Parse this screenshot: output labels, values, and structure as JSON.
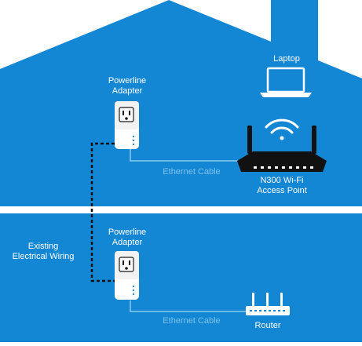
{
  "colors": {
    "house_blue": "#1386d4",
    "divider_white": "#ffffff",
    "cable_light_blue": "#8ccaf0",
    "device_black": "#111111",
    "adapter_white": "#ffffff"
  },
  "icons": [
    "laptop-icon",
    "wifi-icon",
    "access-point-icon",
    "router-icon",
    "powerline-adapter-icon",
    "electrical-outlet-icon",
    "dashed-wire"
  ],
  "upper_floor": {
    "laptop_label": "Laptop",
    "adapter_label_line1": "Powerline",
    "adapter_label_line2": "Adapter",
    "cable_label": "Ethernet Cable",
    "ap_label_line1": "N300 Wi-Fi",
    "ap_label_line2": "Access Point"
  },
  "lower_floor": {
    "wiring_label_line1": "Existing",
    "wiring_label_line2": "Electrical Wiring",
    "adapter_label_line1": "Powerline",
    "adapter_label_line2": "Adapter",
    "cable_label": "Ethernet Cable",
    "router_label": "Router"
  }
}
